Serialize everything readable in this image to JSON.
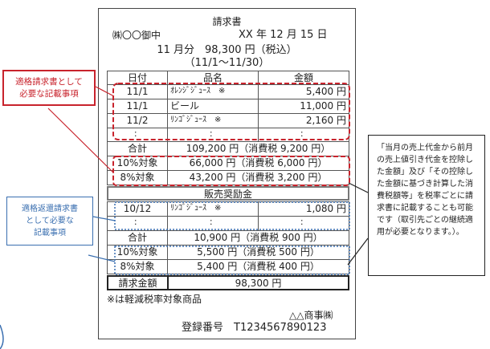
{
  "invoice": {
    "title": "請求書",
    "recipient": "㈱〇〇御中",
    "date": "XX 年 12 月 15 日",
    "summary": "11 月分　98,300 円（税込）",
    "period": "（11/1～11/30）",
    "headers": [
      "日付",
      "品名",
      "金額"
    ],
    "items": [
      {
        "date": "11/1",
        "name": "ｵﾚﾝｼﾞｼﾞｭｰｽ　※",
        "amount": "5,400 円"
      },
      {
        "date": "11/1",
        "name": "ビール",
        "amount": "11,000 円"
      },
      {
        "date": "11/2",
        "name": "ﾘﾝｺﾞｼﾞｭｰｽ　※",
        "amount": "2,160 円"
      },
      {
        "date": "：",
        "name": "：",
        "amount": "："
      }
    ],
    "total_label": "合計",
    "total": "109,200 円（消費税 9,200 円）",
    "tax10_label": "10%対象",
    "tax10": "66,000 円（消費税 6,000 円）",
    "tax8_label": "8%対象",
    "tax8": "43,200 円（消費税 3,200 円）",
    "rebate_title": "販売奨励金",
    "rebate_items": [
      {
        "date": "10/12",
        "name": "ﾘﾝｺﾞｼﾞｭｰｽ　※",
        "amount": "1,080 円"
      },
      {
        "date": "：",
        "name": "：",
        "amount": "："
      }
    ],
    "rebate_total_label": "合計",
    "rebate_total": "10,900 円（消費税 900 円）",
    "rebate_tax10_label": "10%対象",
    "rebate_tax10": "5,500 円（消費税 500 円）",
    "rebate_tax8_label": "8%対象",
    "rebate_tax8": "5,400 円（消費税 400 円）",
    "billing_label": "請求金額",
    "billing_amount": "98,300 円",
    "footnote": "※は軽減税率対象商品",
    "issuer": "△△商事㈱",
    "registration": "登録番号　T1234567890123"
  },
  "callouts": {
    "red": [
      "適格請求書として",
      "必要な記載事項"
    ],
    "blue": [
      "適格返還請求書",
      "として必要な",
      "記載事項"
    ],
    "right": "「当月の売上代金から前月の売上値引き代金を控除した金額」及び「その控除した金額に基づき計算した消費税額等」を税率ごとに請求書に記載することも可能です（取引先ごとの継続適用が必要となります。）。"
  },
  "colors": {
    "red": "#c8232c",
    "blue": "#3a6fb0"
  }
}
